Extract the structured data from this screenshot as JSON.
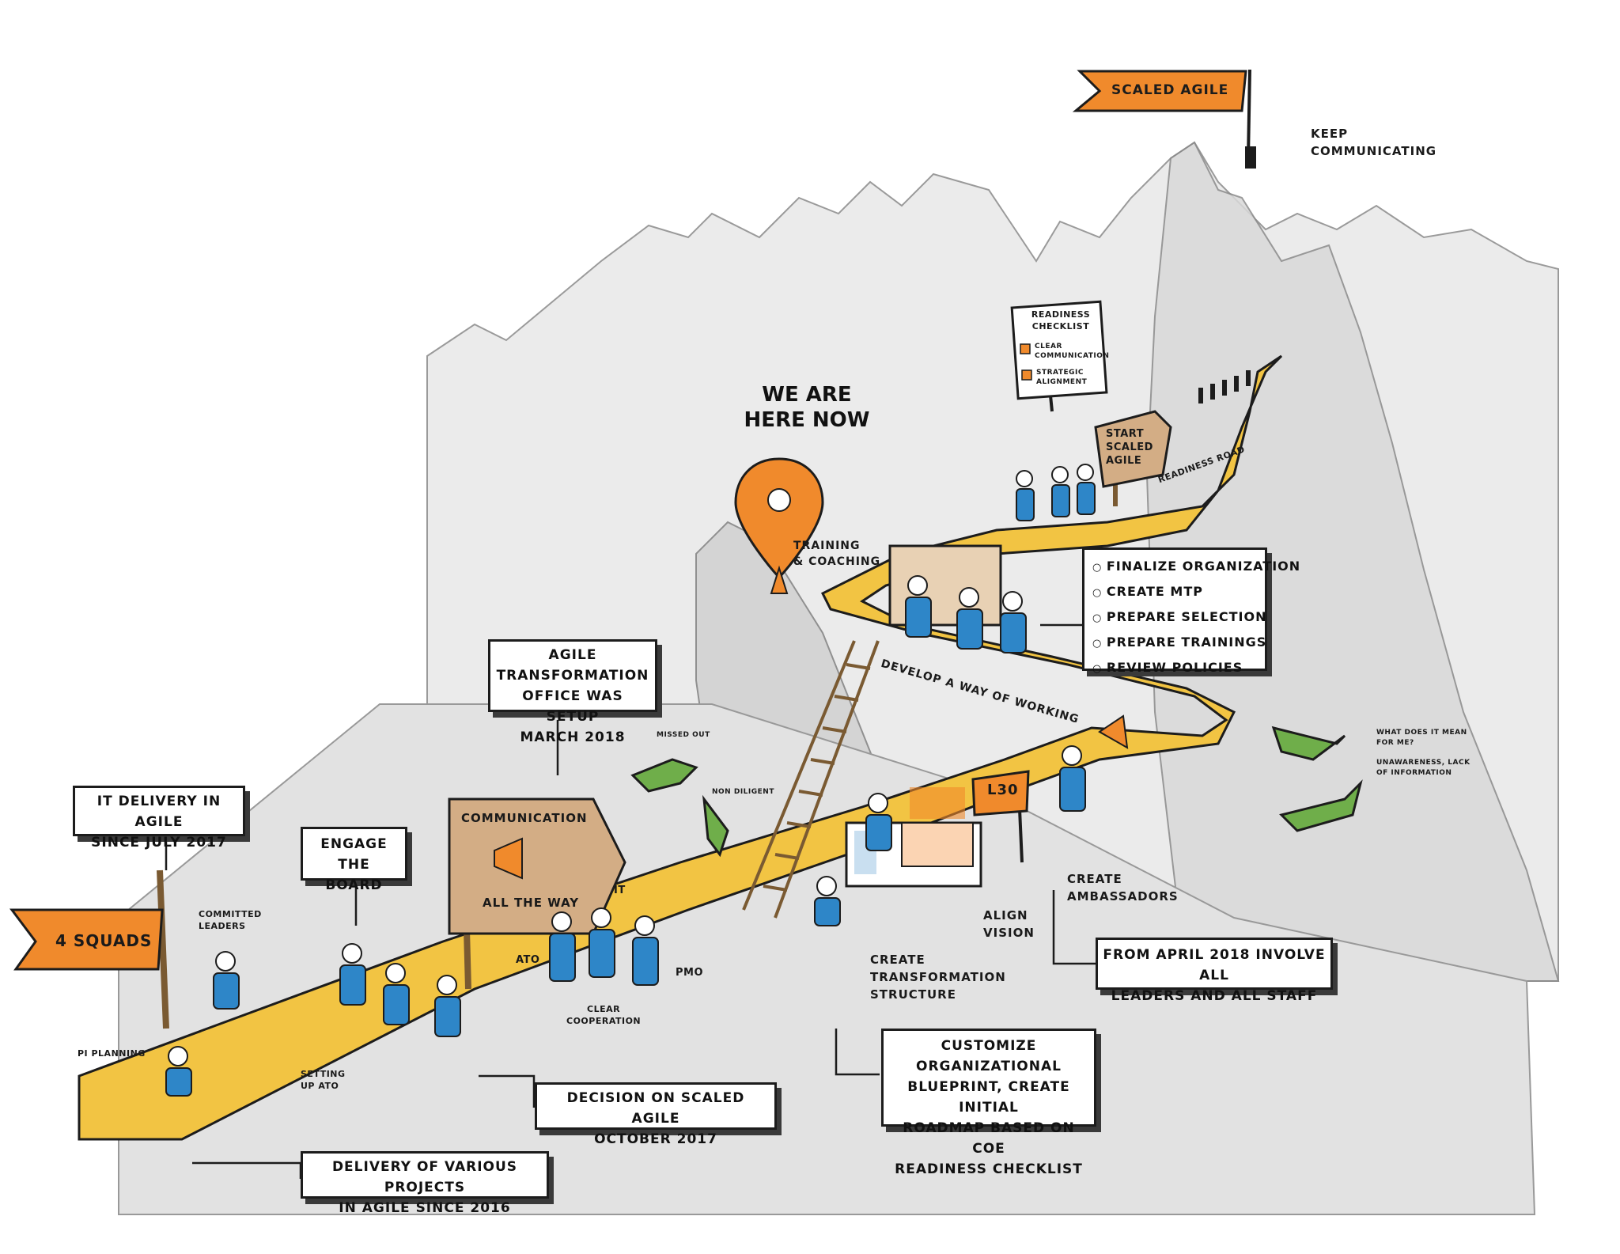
{
  "title": "Scaled Agile",
  "here": [
    "WE ARE",
    "HERE NOW"
  ],
  "flag_start": "4 SQUADS",
  "sign_l30": "L30",
  "boxes": {
    "it_delivery": [
      "IT DELIVERY IN AGILE",
      "SINCE JULY 2017"
    ],
    "engage_board": [
      "ENGAGE THE",
      "BOARD"
    ],
    "ato_setup": [
      "AGILE TRANSFORMATION",
      "OFFICE WAS SETUP",
      "MARCH 2018"
    ],
    "decision": [
      "DECISION ON SCALED AGILE",
      "OCTOBER 2017"
    ],
    "delivery_projects": [
      "DELIVERY OF VARIOUS PROJECTS",
      "IN AGILE SINCE 2016"
    ],
    "customize": [
      "CUSTOMIZE ORGANIZATIONAL",
      "BLUEPRINT, CREATE INITIAL",
      "ROADMAP BASED ON CoE",
      "READINESS CHECKLIST"
    ],
    "april": [
      "FROM APRIL 2018 INVOLVE ALL",
      "LEADERS AND ALL STAFF"
    ]
  },
  "list_items": [
    "FINALIZE ORGANIZATION",
    "CREATE MTP",
    "PREPARE SELECTION",
    "PREPARE TRAININGS",
    "REVIEW POLICIES"
  ],
  "checklist": {
    "title": [
      "READINESS",
      "CHECKLIST"
    ],
    "items": [
      [
        "CLEAR",
        "COMMUNICATION"
      ],
      [
        "STRATEGIC",
        "ALIGNMENT"
      ]
    ]
  },
  "signs": {
    "communication": "COMMUNICATION",
    "all_the_way": "ALL THE WAY",
    "start": [
      "START",
      "SCALED",
      "AGILE"
    ]
  },
  "labels": {
    "keep_communicating": [
      "KEEP",
      "COMMUNICATING"
    ],
    "training": [
      "TRAINING",
      "& COACHING"
    ],
    "readiness_road": "READINESS ROAD",
    "develop": "DEVELOP A WAY OF WORKING",
    "committed": [
      "COMMITTED",
      "LEADERS"
    ],
    "pi_planning": "PI PLANNING",
    "setting_up": [
      "SETTING",
      "UP ATO"
    ],
    "ato": "ATO",
    "it": "IT",
    "pmo": "PMO",
    "clear_coop": [
      "CLEAR",
      "COOPERATION"
    ],
    "missed_out": "MISSED OUT",
    "non_diligent": "NON DILIGENT",
    "create_transformation": [
      "CREATE",
      "TRANSFORMATION",
      "STRUCTURE"
    ],
    "align_vision": [
      "ALIGN",
      "VISION"
    ],
    "create_ambassadors": [
      "CREATE",
      "AMBASSADORS"
    ],
    "what_mean": [
      "WHAT DOES IT MEAN",
      "FOR ME?"
    ],
    "unawareness": [
      "UNAWARENESS, LACK",
      "OF INFORMATION"
    ]
  },
  "colors": {
    "orange": "#f08a2c",
    "road": "#f2c443",
    "blue": "#2e86c8",
    "mountain": "#e6e6e6",
    "croc": "#6fae4a"
  }
}
